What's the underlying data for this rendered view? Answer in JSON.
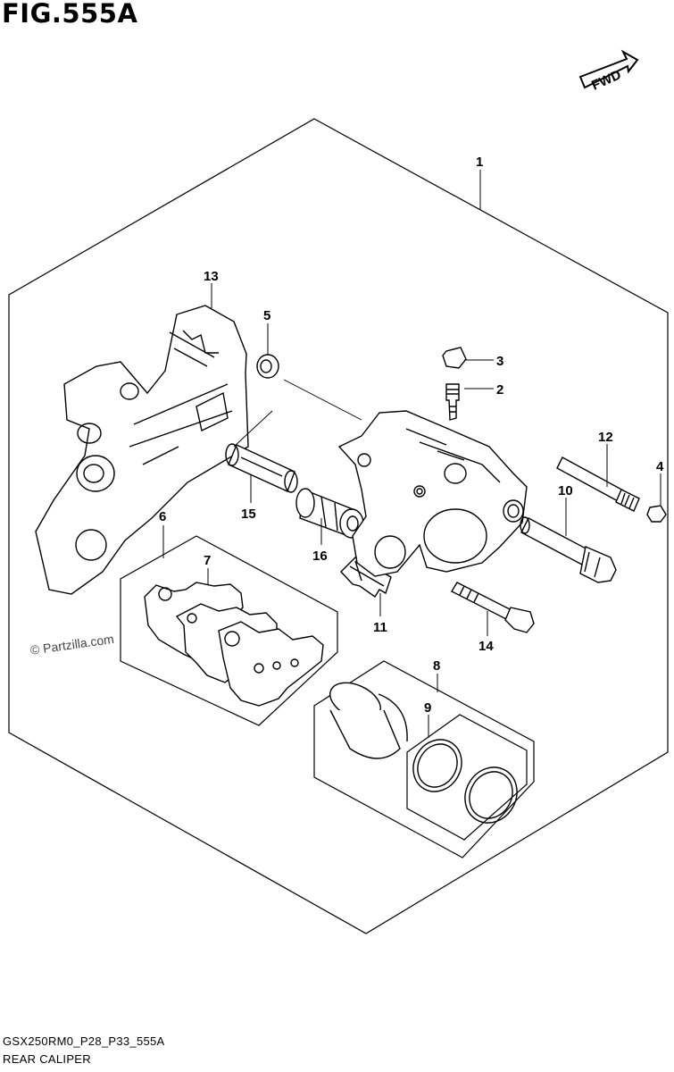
{
  "figure": {
    "title": "FIG.555A"
  },
  "fwd_badge": {
    "label": "FWD"
  },
  "watermark": {
    "text": "© Partzilla.com"
  },
  "parts": [
    {
      "callout": "1"
    },
    {
      "callout": "2"
    },
    {
      "callout": "3"
    },
    {
      "callout": "4"
    },
    {
      "callout": "5"
    },
    {
      "callout": "6"
    },
    {
      "callout": "7"
    },
    {
      "callout": "8"
    },
    {
      "callout": "9"
    },
    {
      "callout": "10"
    },
    {
      "callout": "11"
    },
    {
      "callout": "12"
    },
    {
      "callout": "13"
    },
    {
      "callout": "14"
    },
    {
      "callout": "15"
    },
    {
      "callout": "16"
    }
  ],
  "footer": {
    "code": "GSX250RM0_P28_P33_555A",
    "name": "REAR CALIPER"
  }
}
